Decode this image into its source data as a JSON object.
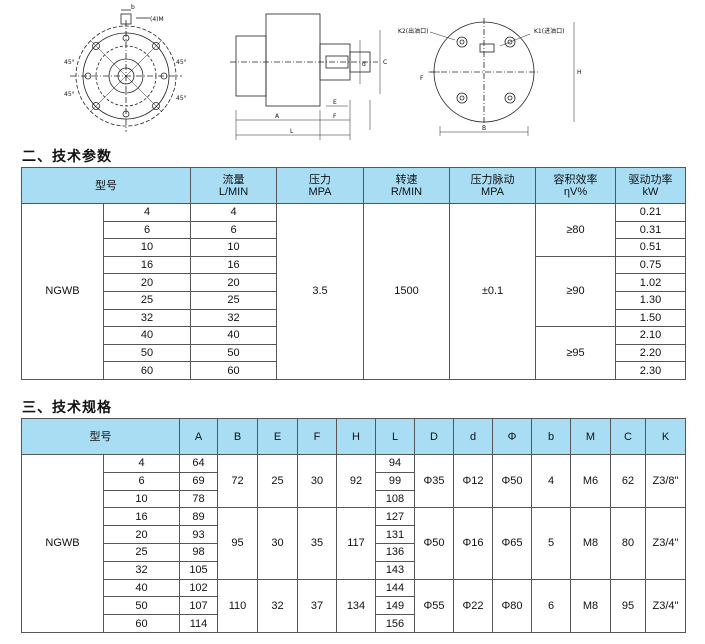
{
  "drawings": {
    "labels_left": [
      "b",
      "(4)M",
      "45°",
      "45°",
      "45°",
      "45°"
    ],
    "labels_mid": [
      "A",
      "L",
      "E",
      "F",
      "C",
      "d"
    ],
    "labels_right": [
      "K2(出油口)",
      "K1(进油口)",
      "H",
      "B",
      "F"
    ]
  },
  "section2": {
    "title": "二、技术参数"
  },
  "params": {
    "headers": [
      {
        "l1": "型号",
        "l2": ""
      },
      {
        "l1": "流量",
        "l2": "L/MIN"
      },
      {
        "l1": "压力",
        "l2": "MPA"
      },
      {
        "l1": "转速",
        "l2": "R/MIN"
      },
      {
        "l1": "压力脉动",
        "l2": "MPA"
      },
      {
        "l1": "容积效率",
        "l2": "ηV%"
      },
      {
        "l1": "驱动功率",
        "l2": "kW"
      }
    ],
    "model": "NGWB",
    "sizes": [
      "4",
      "6",
      "10",
      "16",
      "20",
      "25",
      "32",
      "40",
      "50",
      "60"
    ],
    "flows": [
      "4",
      "6",
      "10",
      "16",
      "20",
      "25",
      "32",
      "40",
      "50",
      "60"
    ],
    "pressure": "3.5",
    "speed": "1500",
    "pulse": "±0.1",
    "efficiency": [
      "≥80",
      "≥90",
      "≥95"
    ],
    "power": [
      "0.21",
      "0.31",
      "0.51",
      "0.75",
      "1.02",
      "1.30",
      "1.50",
      "2.10",
      "2.20",
      "2.30"
    ]
  },
  "section3": {
    "title": "三、技术规格"
  },
  "specs": {
    "headers": [
      "型号",
      "A",
      "B",
      "E",
      "F",
      "H",
      "L",
      "D",
      "d",
      "Φ",
      "b",
      "M",
      "C",
      "K"
    ],
    "model": "NGWB",
    "sizes": [
      "4",
      "6",
      "10",
      "16",
      "20",
      "25",
      "32",
      "40",
      "50",
      "60"
    ],
    "A": [
      "64",
      "69",
      "78",
      "89",
      "93",
      "98",
      "105",
      "102",
      "107",
      "114"
    ],
    "L": [
      "94",
      "99",
      "108",
      "127",
      "131",
      "136",
      "143",
      "144",
      "149",
      "156"
    ],
    "groups": [
      {
        "B": "72",
        "E": "25",
        "F": "30",
        "H": "92",
        "D": "Φ35",
        "d": "Φ12",
        "phi": "Φ50",
        "b": "4",
        "M": "M6",
        "C": "62",
        "K": "Z3/8\""
      },
      {
        "B": "95",
        "E": "30",
        "F": "35",
        "H": "117",
        "D": "Φ50",
        "d": "Φ16",
        "phi": "Φ65",
        "b": "5",
        "M": "M8",
        "C": "80",
        "K": "Z3/4\""
      },
      {
        "B": "110",
        "E": "32",
        "F": "37",
        "H": "134",
        "D": "Φ55",
        "d": "Φ22",
        "phi": "Φ80",
        "b": "6",
        "M": "M8",
        "C": "95",
        "K": "Z3/4\""
      }
    ]
  }
}
